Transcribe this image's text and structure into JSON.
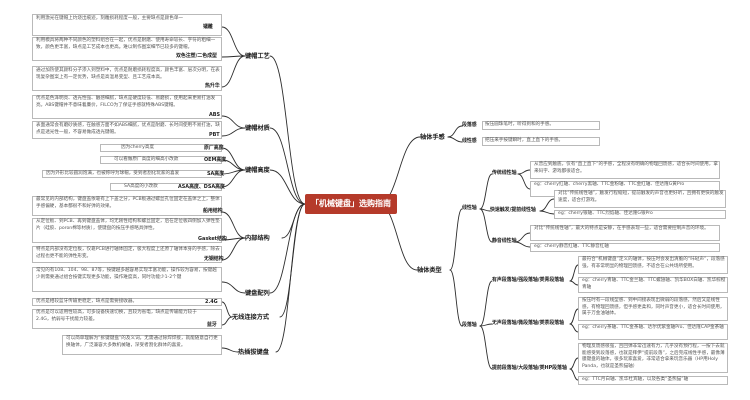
{
  "center": {
    "title": "「机械键盘」选购指南"
  },
  "branches": {
    "keycap_process": {
      "label": "键帽工艺",
      "items": [
        {
          "title": "镭雕",
          "text": "利用激光在键帽上灼烧出痕迹，刻雕损耗程度一般，主要缺点是颜色单一"
        },
        {
          "title": "双色注塑/二色成型",
          "text": "利用模具将两种不同颜色的塑料组合在一起，优点是耐磨、使用寿命较长、字符的粗细一致，颜色更丰富，缺点是工艺成本也更高。难以制作图案细节已较多的键帽。"
        },
        {
          "title": "热升华",
          "text": "通过加热使其颜料分子渗入到塑料中，优点是耐磨损耗程度高，颜色丰富、层次分明，在表现复杂图案上有一定优势，缺点是高温易变型、且工艺成本高。"
        }
      ]
    },
    "keycap_material": {
      "label": "键帽材质",
      "items": [
        {
          "title": "ABS",
          "text": "优点是色泽明亮、透光性强、触感细腻，缺点是硬度较低、易磨损，使用起来更易打油发亮。ABS键帽并不意味着廉价，FILCO为了保证手感就特殊ABS键帽。"
        },
        {
          "title": "PBT",
          "text": "表面通常会有磨砂质感，在触感方面不如ABS细腻，优点是耐磨、长时间使用不易打油，缺点是透光性一般，不容易做成透光键帽。"
        }
      ]
    },
    "keycap_height": {
      "label": "键帽高度",
      "items": [
        {
          "title": "原厂高度",
          "text": "因为cherry高度"
        },
        {
          "title": "OEM高度",
          "text": "可以看做原厂高度的细高小改款"
        },
        {
          "title": "SA高度",
          "text": "因为外形比较圆润饱满，也被称呼为球帽，受到者割化玩家的喜爱"
        },
        {
          "title": "ASA高度、DSA高度",
          "text": "SA高度的小改款"
        }
      ]
    },
    "internal": {
      "label": "内部结构",
      "items": [
        {
          "title": "船用结构",
          "text": "最常见的内部结构，键盘盖依靠有上下盖之分，PCB板通过螺丝孔位固定在盖体之上，整体手感偏硬，基本都很不和好弹的效果。"
        },
        {
          "title": "Gasket结构",
          "text": "从定位板、到PCB、再到键盘盖体，均无刚性结构和螺丝固定，后在定位板四侧加入弹性垫片（硅胶、poron棉等材质），使键盘的按压手感略具弹性。"
        },
        {
          "title": "无钢结构",
          "text": "特点是内部没有定位板，仅靠PCB进行轴体固定，极大程度上还原了轴体本身的手感，除去过程也更不能的弹性形变。"
        }
      ]
    },
    "layout": {
      "label": "键盘配列",
      "items": [
        {
          "title": "",
          "text": "常见的有108、104、98、87等，按键越多越容易实现丰富功能，操作较为容易，按键越少则需要通过组合按键实现更多功能，操作难度高，同时功能少1-2个键"
        }
      ]
    },
    "wireless": {
      "label": "无线连接方式",
      "items": [
        {
          "title": "2.4G",
          "text": "优点是相较蓝牙传输更稳定，缺点是需要接收器。"
        },
        {
          "title": "蓝牙",
          "text": "优点是可以适用性较高，可多设备快速切换，且较为省电，缺点是传输能力较于2.4G，抗弱号干扰能力较差。"
        }
      ]
    },
    "hotswap": {
      "label": "热插拔键盘",
      "items": [
        {
          "title": "",
          "text": "可以简单理解为“拆键键盘”的及义词，无需通过除焊焊接，就能随意自行更换轴体，广泛兼容大多数机械轴，深受者割化群体的喜爱。"
        }
      ]
    },
    "switch_feel": {
      "label": "轴体手感",
      "items": [
        {
          "title": "段落感",
          "text": "按压圆珠笔时，听得到和的手感。"
        },
        {
          "title": "线性感",
          "text": "把压来手按键瞬时，直上直下的手感。"
        }
      ]
    },
    "switch_type": {
      "label": "轴体类型",
      "groups": [
        {
          "label": "线性轴",
          "subs": [
            {
              "label": "传统线性轴",
              "items": [
                "从普应到触底，仅有“直上直下”的手感，全程没有明确的物理回馈感，适合长时间使用，拿来码字、游戏都很适合。",
                "eg：cherry红轴、cherry黑轴、TTC金粉轴、TTC金红轴、佳达隆G黄Pro"
              ]
            },
            {
              "label": "快速触发/提前线性轴",
              "items": [
                "对比“传统线性轴”，触发行程缩短，提前触发的声音也更好听，且拥有更快的触发速度，适合打游戏。",
                "eg：cherry银轴、TTC烈焰轴、佳达隆G银Pro"
              ]
            },
            {
              "label": "静音线性轴",
              "items": [
                "对比“传统线性轴”，最大的特点是安静，在手感表现一些，适合需要控制声音的环境。",
                "eg：cherry静音红轴、TTC静音红轴"
              ]
            }
          ]
        },
        {
          "label": "段落轴",
          "subs": [
            {
              "label": "有声段落轴/强段落轴/类青段落轴",
              "items": [
                "最符合“机械键盘”定义的轴体，按压时会发出清脆的“咔哒声”，段落感强，有非常明显的物理回馈感，不适合在公共场所使用。",
                "eg：cherry青轴、TTC金兰轴、TTC螺翅轴、凯华BOX白轴、凯华棕橙青轴"
              ]
            },
            {
              "label": "无声段落轴/微段落轴/类茶段落轴",
              "items": [
                "按压时有一段线型感、到中间接表现出微弱的段落感，然后又是线性感，有物理回馈感，但手感更柔和，同时声音更小，适合长时间使用，属于万金油轴体。",
                "eg：cherry茶轴、TTC金茶轴、达尔优紫金轴Pro、佳达隆CAP金茶轴"
              ]
            },
            {
              "label": "提前段落轴/大段落轴/类HP段落轴",
              "items": [
                "物理反馈感很强，且回弹非常迅速有力，几乎没有预行程，一按下去就能感受到段落感，也就是拜伊“提前段落”，之后完成线性手感，最像薄膜键盘的轴体，很多玩家喜爱，非常适合拿来玩音乐器（HP用Holy Panda，也就是圣熊猫轴）",
                "eg：TTC月白轴、凯华杜宾轴，以及各类“圣熊猫”轴"
              ]
            }
          ]
        }
      ]
    }
  }
}
